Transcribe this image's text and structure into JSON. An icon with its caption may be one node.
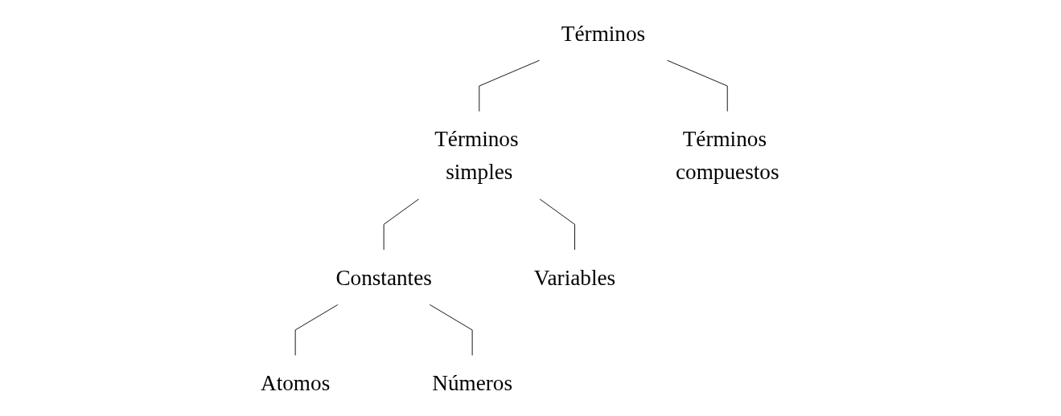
{
  "diagram": {
    "nodes": [
      {
        "text": [
          "Términos"
        ]
      },
      {
        "text": [
          "Términos simples"
        ]
      },
      {
        "text": [
          "Términos compuestos"
        ]
      },
      {
        "text": [
          "Constantes"
        ]
      },
      {
        "text": [
          "Variables"
        ]
      },
      {
        "text": [
          "Atomos"
        ]
      },
      {
        "text": [
          "Números"
        ]
      }
    ],
    "edges": [
      {
        "from": 0,
        "to": 1,
        "arrow": "none"
      },
      {
        "from": 0,
        "to": 2,
        "arrow": "none"
      },
      {
        "from": 1,
        "to": 3,
        "arrow": "none"
      },
      {
        "from": 1,
        "to": 4,
        "arrow": "none"
      },
      {
        "from": 3,
        "to": 5,
        "arrow": "none"
      },
      {
        "from": 3,
        "to": 6,
        "arrow": "none"
      }
    ]
  }
}
